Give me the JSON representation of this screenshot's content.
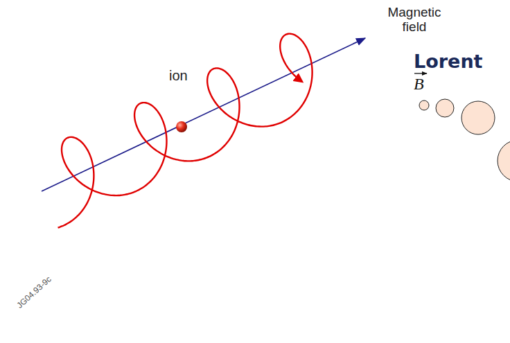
{
  "diagram": {
    "labels": [
      "Magnetic field",
      "ion",
      "Lorent",
      "B",
      "JG04.93-9c"
    ]
  }
}
